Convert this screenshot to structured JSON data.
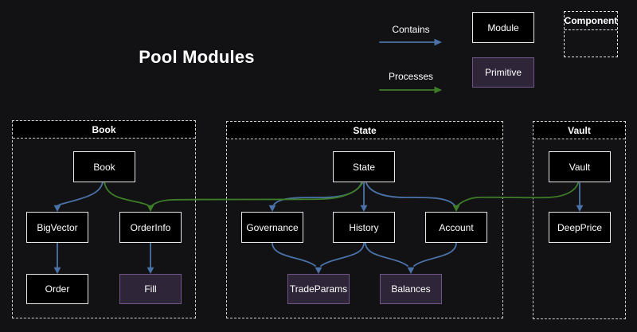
{
  "title": "Pool Modules",
  "legend": {
    "contains": "Contains",
    "processes": "Processes",
    "module": "Module",
    "primitive": "Primitive",
    "component": "Component"
  },
  "colors": {
    "background": "#121214",
    "contains_arrow": "#4a72a8",
    "processes_arrow": "#3e7d28",
    "module_fill": "#000000",
    "module_border": "#e8e8e8",
    "primitive_fill": "#2e2638",
    "primitive_border": "#6f5588",
    "container_border": "#cfcfcf"
  },
  "containers": {
    "book": {
      "label": "Book"
    },
    "state": {
      "label": "State"
    },
    "vault": {
      "label": "Vault"
    }
  },
  "nodes": {
    "book": "Book",
    "bigvector": "BigVector",
    "orderinfo": "OrderInfo",
    "order": "Order",
    "fill": "Fill",
    "state": "State",
    "governance": "Governance",
    "history": "History",
    "account": "Account",
    "tradeparams": "TradeParams",
    "balances": "Balances",
    "vault": "Vault",
    "deepprice": "DeepPrice"
  },
  "edges": [
    {
      "from": "Book",
      "to": "BigVector",
      "type": "contains"
    },
    {
      "from": "Book",
      "to": "OrderInfo",
      "type": "processes"
    },
    {
      "from": "BigVector",
      "to": "Order",
      "type": "contains"
    },
    {
      "from": "OrderInfo",
      "to": "Fill",
      "type": "contains"
    },
    {
      "from": "State",
      "to": "Governance",
      "type": "contains"
    },
    {
      "from": "State",
      "to": "History",
      "type": "contains"
    },
    {
      "from": "State",
      "to": "Account",
      "type": "contains"
    },
    {
      "from": "State",
      "to": "OrderInfo",
      "type": "processes"
    },
    {
      "from": "Governance",
      "to": "TradeParams",
      "type": "contains"
    },
    {
      "from": "History",
      "to": "TradeParams",
      "type": "contains"
    },
    {
      "from": "History",
      "to": "Balances",
      "type": "contains"
    },
    {
      "from": "Account",
      "to": "Balances",
      "type": "contains"
    },
    {
      "from": "Vault",
      "to": "DeepPrice",
      "type": "contains"
    },
    {
      "from": "Vault",
      "to": "Account",
      "type": "processes"
    }
  ]
}
